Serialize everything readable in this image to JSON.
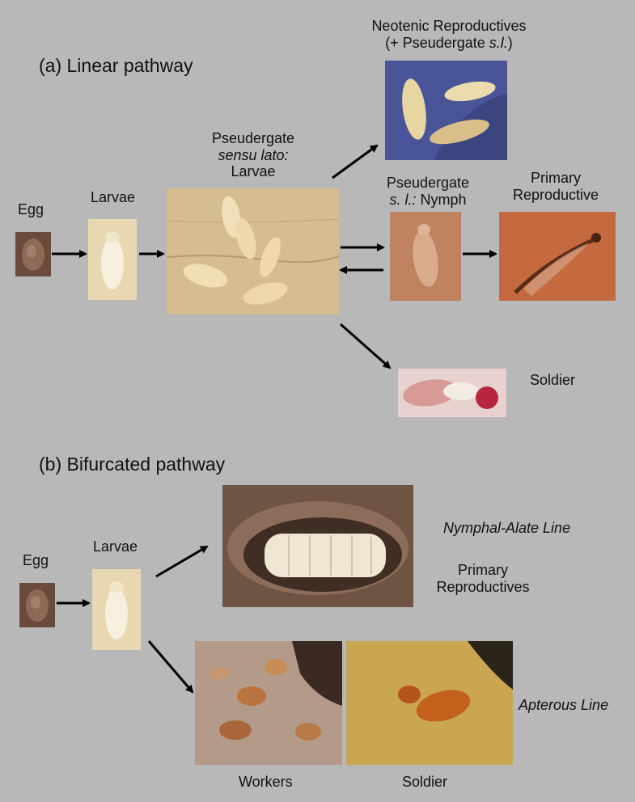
{
  "section_a": {
    "title": "(a)   Linear pathway",
    "egg": "Egg",
    "larvae": "Larvae",
    "pseudergate_larvae": {
      "line1": "Pseudergate",
      "line2": "sensu lato:",
      "line3": "Larvae"
    },
    "neotenic": {
      "line1": "Neotenic Reproductives",
      "line2_prefix": "(+ Pseudergate ",
      "line2_italic": "s.l.",
      "line2_suffix": ")"
    },
    "nymph": {
      "line1": "Pseudergate",
      "line2_italic": "s. l.:",
      "line2_suffix": " Nymph"
    },
    "primary": {
      "line1": "Primary",
      "line2": "Reproductive"
    },
    "soldier": "Soldier"
  },
  "section_b": {
    "title": "(b)   Bifurcated pathway",
    "egg": "Egg",
    "larvae": "Larvae",
    "nymphal_line": "Nymphal-Alate Line",
    "primary": {
      "line1": "Primary",
      "line2": "Reproductives"
    },
    "apterous_line": "Apterous Line",
    "workers": "Workers",
    "soldier": "Soldier"
  },
  "colors": {
    "background": "#b8b8b8",
    "arrow": "#000000",
    "egg_photo": "#6a4a3a",
    "larva_photo": "#e8d7b0",
    "wood_photo": "#d6bd8f",
    "nymph_photo": "#c08360",
    "alate_photo": "#c46a3e",
    "soldier_photo": "#e7d2cf",
    "queen_photo": "#6f5443",
    "workers_photo": "#b49a88",
    "soldier_b_photo": "#c9a64f"
  }
}
